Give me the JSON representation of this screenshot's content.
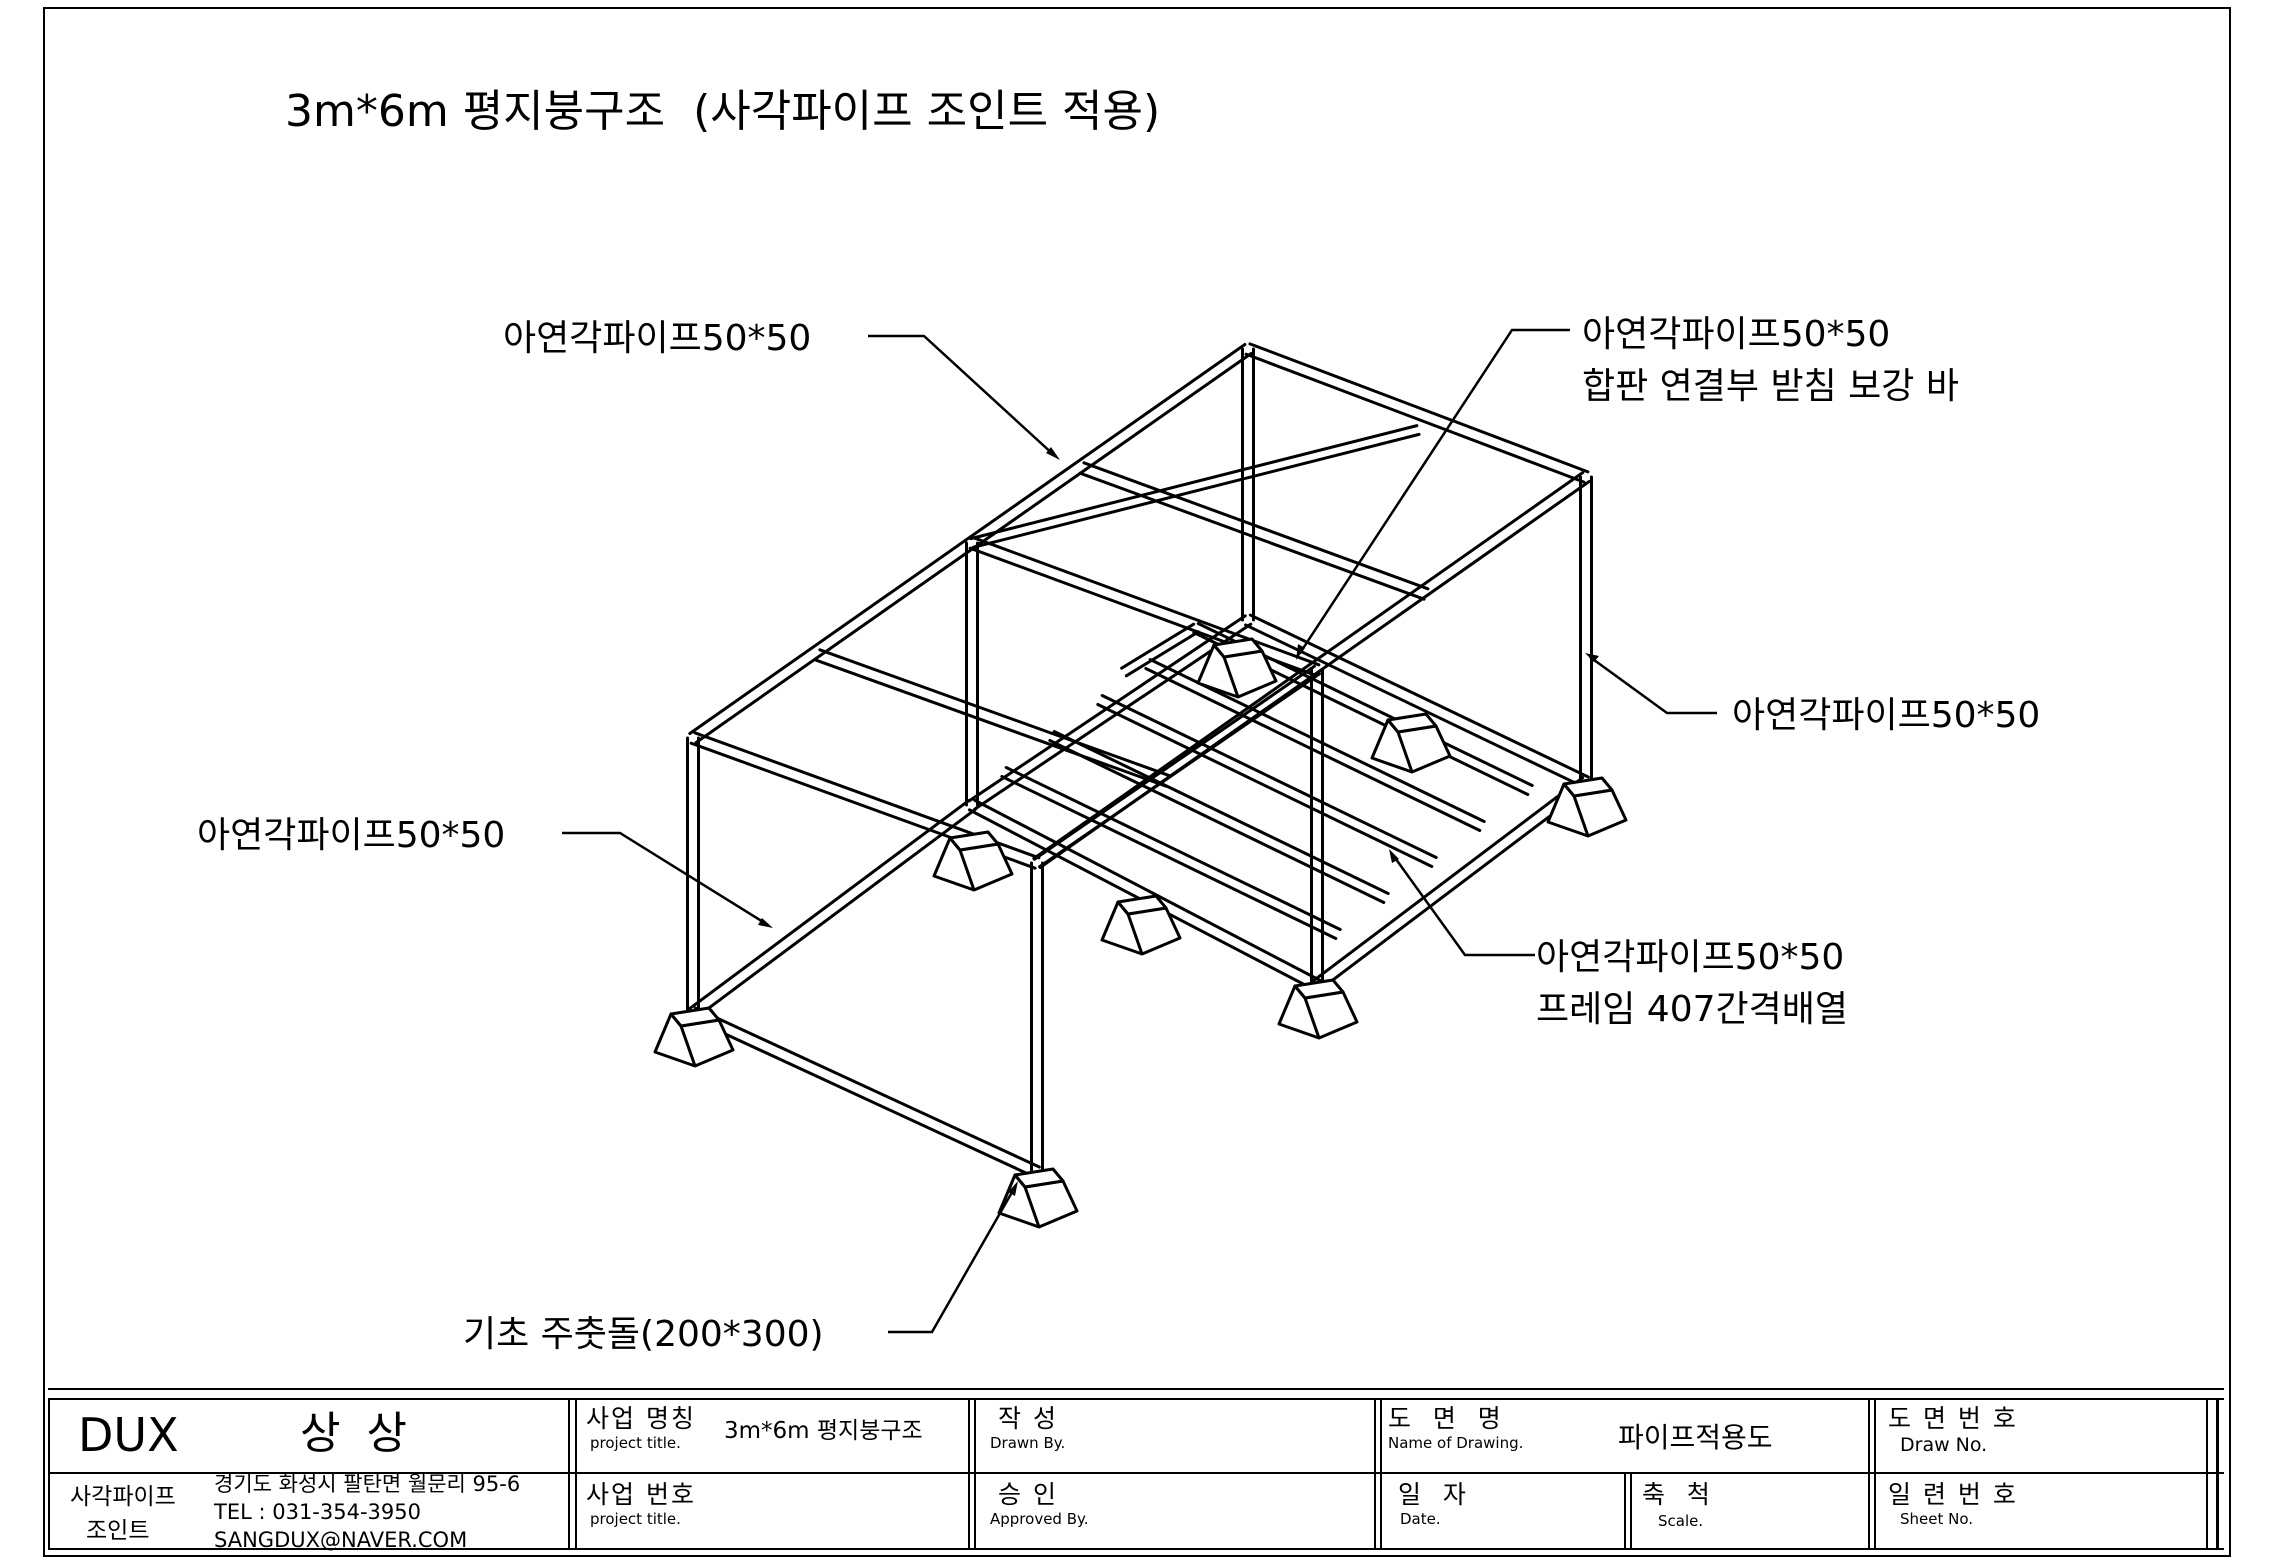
{
  "title": "3m*6m 평지붕구조  (사각파이프 조인트 적용)",
  "labels": {
    "top_left_pipe": "아연각파이프50*50",
    "top_right_pipe_line1": "아연각파이프50*50",
    "top_right_pipe_line2": "합판 연결부 받침 보강 바",
    "right_pipe": "아연각파이프50*50",
    "left_pipe": "아연각파이프50*50",
    "bottom_right_pipe_line1": "아연각파이프50*50",
    "bottom_right_pipe_line2": "프레임 407간격배열",
    "foundation": "기초 주춧돌(200*300)"
  },
  "titleblock": {
    "company": {
      "brand": "DUX",
      "name": "상 상",
      "product_line1": "사각파이프",
      "product_line2": "조인트",
      "address": "경기도 화성시 팔탄면 월문리 95-6",
      "tel": "TEL : 031-354-3950",
      "email": "SANGDUX@NAVER.COM"
    },
    "project_title_ko": "사업 명칭",
    "project_title_en": "project title.",
    "project_title_value": "3m*6m 평지붕구조",
    "project_no_ko": "사업 번호",
    "project_no_en": "project title.",
    "drawn_ko": "작   성",
    "drawn_en": "Drawn By.",
    "approved_ko": "승   인",
    "approved_en": "Approved By.",
    "drawing_name_ko": "도  면  명",
    "drawing_name_en": "Name of Drawing.",
    "drawing_name_value": "파이프적용도",
    "date_ko": "일  자",
    "date_en": "Date.",
    "scale_ko": "축  척",
    "scale_en": "Scale.",
    "draw_no_ko": "도 면 번 호",
    "draw_no_en": "Draw No.",
    "sheet_no_ko": "일 련 번 호",
    "sheet_no_en": "Sheet No."
  }
}
